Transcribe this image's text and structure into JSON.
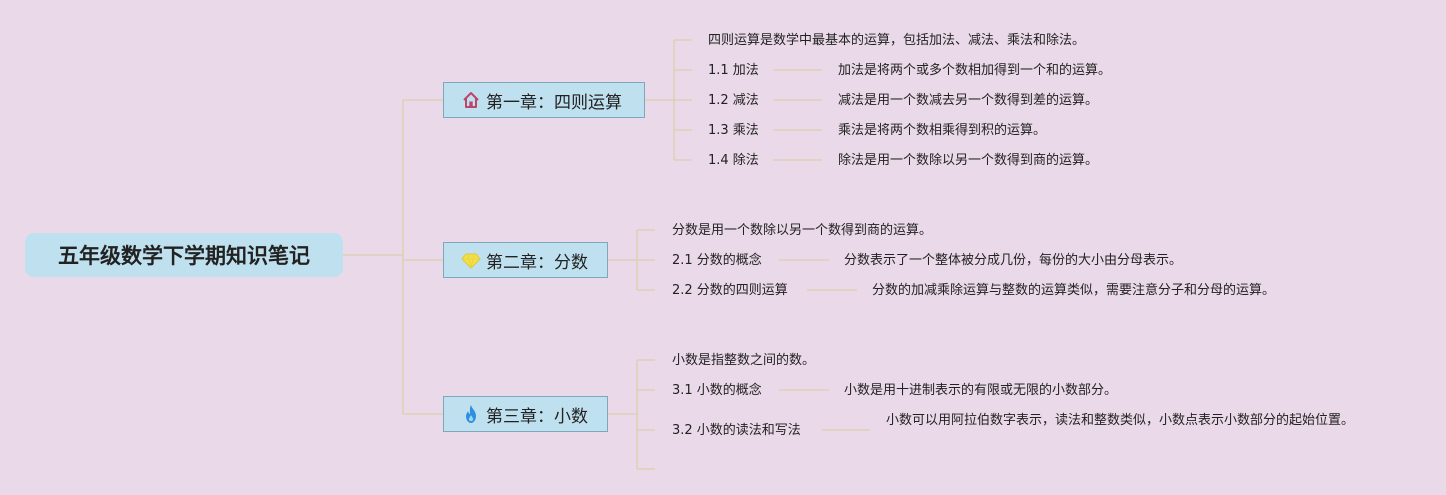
{
  "root": {
    "title": "五年级数学下学期知识笔记"
  },
  "chapters": [
    {
      "title": "第一章：四则运算",
      "icon": "house-icon",
      "summary": "四则运算是数学中最基本的运算，包括加法、减法、乘法和除法。",
      "items": [
        {
          "label": "1.1 加法",
          "desc": "加法是将两个或多个数相加得到一个和的运算。"
        },
        {
          "label": "1.2 减法",
          "desc": "减法是用一个数减去另一个数得到差的运算。"
        },
        {
          "label": "1.3 乘法",
          "desc": "乘法是将两个数相乘得到积的运算。"
        },
        {
          "label": "1.4 除法",
          "desc": "除法是用一个数除以另一个数得到商的运算。"
        }
      ]
    },
    {
      "title": "第二章：分数",
      "icon": "diamond-icon",
      "summary": "分数是用一个数除以另一个数得到商的运算。",
      "items": [
        {
          "label": "2.1 分数的概念",
          "desc": "分数表示了一个整体被分成几份，每份的大小由分母表示。"
        },
        {
          "label": "2.2 分数的四则运算",
          "desc": "分数的加减乘除运算与整数的运算类似，需要注意分子和分母的运算。"
        }
      ]
    },
    {
      "title": "第三章：小数",
      "icon": "flame-icon",
      "summary": "小数是指整数之间的数。",
      "items": [
        {
          "label": "3.1 小数的概念",
          "desc": "小数是用十进制表示的有限或无限的小数部分。"
        },
        {
          "label": "3.2 小数的读法和写法",
          "desc": "小数可以用阿拉伯数字表示，读法和整数类似，小数点表示小数部分的起始位置。"
        }
      ]
    }
  ],
  "colors": {
    "background": "#ead9e8",
    "node": "#bfe0ee",
    "node_border": "#7ea7bb",
    "line": "#dccfae",
    "house": "#c0436a",
    "diamond": "#f2e04a",
    "flame": "#2e8fe0"
  }
}
